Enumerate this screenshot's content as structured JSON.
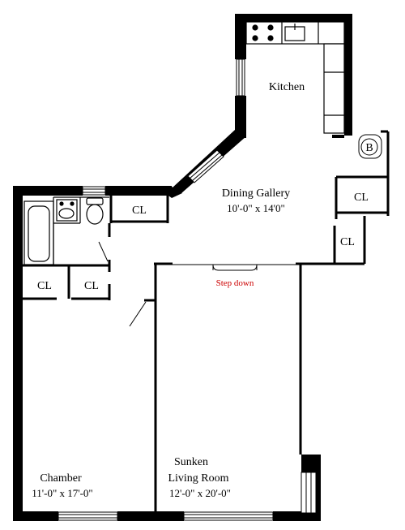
{
  "rooms": {
    "kitchen": {
      "name": "Kitchen"
    },
    "dining": {
      "name": "Dining Gallery",
      "dims": "10'-0\" x 14'0\""
    },
    "chamber": {
      "name": "Chamber",
      "dims": "11'-0\" x 17'-0\""
    },
    "living": {
      "name_line1": "Sunken",
      "name_line2": "Living Room",
      "dims": "12'-0\" x 20'-0\""
    }
  },
  "closets": {
    "label": "CL"
  },
  "annotations": {
    "step_down": "Step down",
    "step_down_color": "#cc0000",
    "b_marker": "B"
  }
}
